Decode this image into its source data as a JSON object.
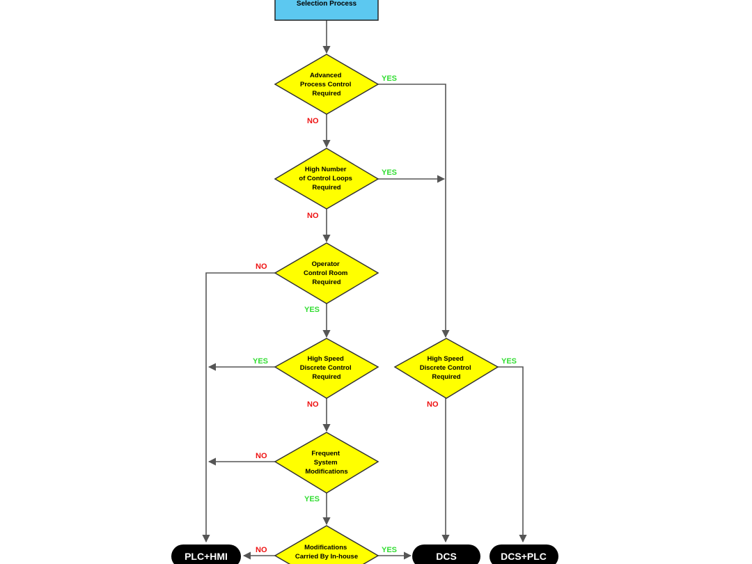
{
  "colors": {
    "start_fill": "#5cc8f0",
    "decision_fill": "#ffff00",
    "terminal_fill": "#000000",
    "terminal_text": "#ffffff",
    "yes": "#33dd33",
    "no": "#ee1111",
    "line": "#555555"
  },
  "start": {
    "text": "Selection Process"
  },
  "decisions": {
    "advanced_process_control": [
      "Advanced",
      "Process Control",
      "Required"
    ],
    "high_number_loops": [
      "High Number",
      "of Control Loops",
      "Required"
    ],
    "operator_control_room": [
      "Operator",
      "Control Room",
      "Required"
    ],
    "high_speed_discrete_left": [
      "High Speed",
      "Discrete Control",
      "Required"
    ],
    "high_speed_discrete_right": [
      "High Speed",
      "Discrete Control",
      "Required"
    ],
    "frequent_modifications": [
      "Frequent",
      "System",
      "Modifications"
    ],
    "modifications_in_house": [
      "Modifications",
      "Carried By In-house"
    ]
  },
  "labels": {
    "yes": "YES",
    "no": "NO"
  },
  "terminals": {
    "plc_hmi": "PLC+HMI",
    "dcs": "DCS",
    "dcs_plc": "DCS+PLC"
  }
}
